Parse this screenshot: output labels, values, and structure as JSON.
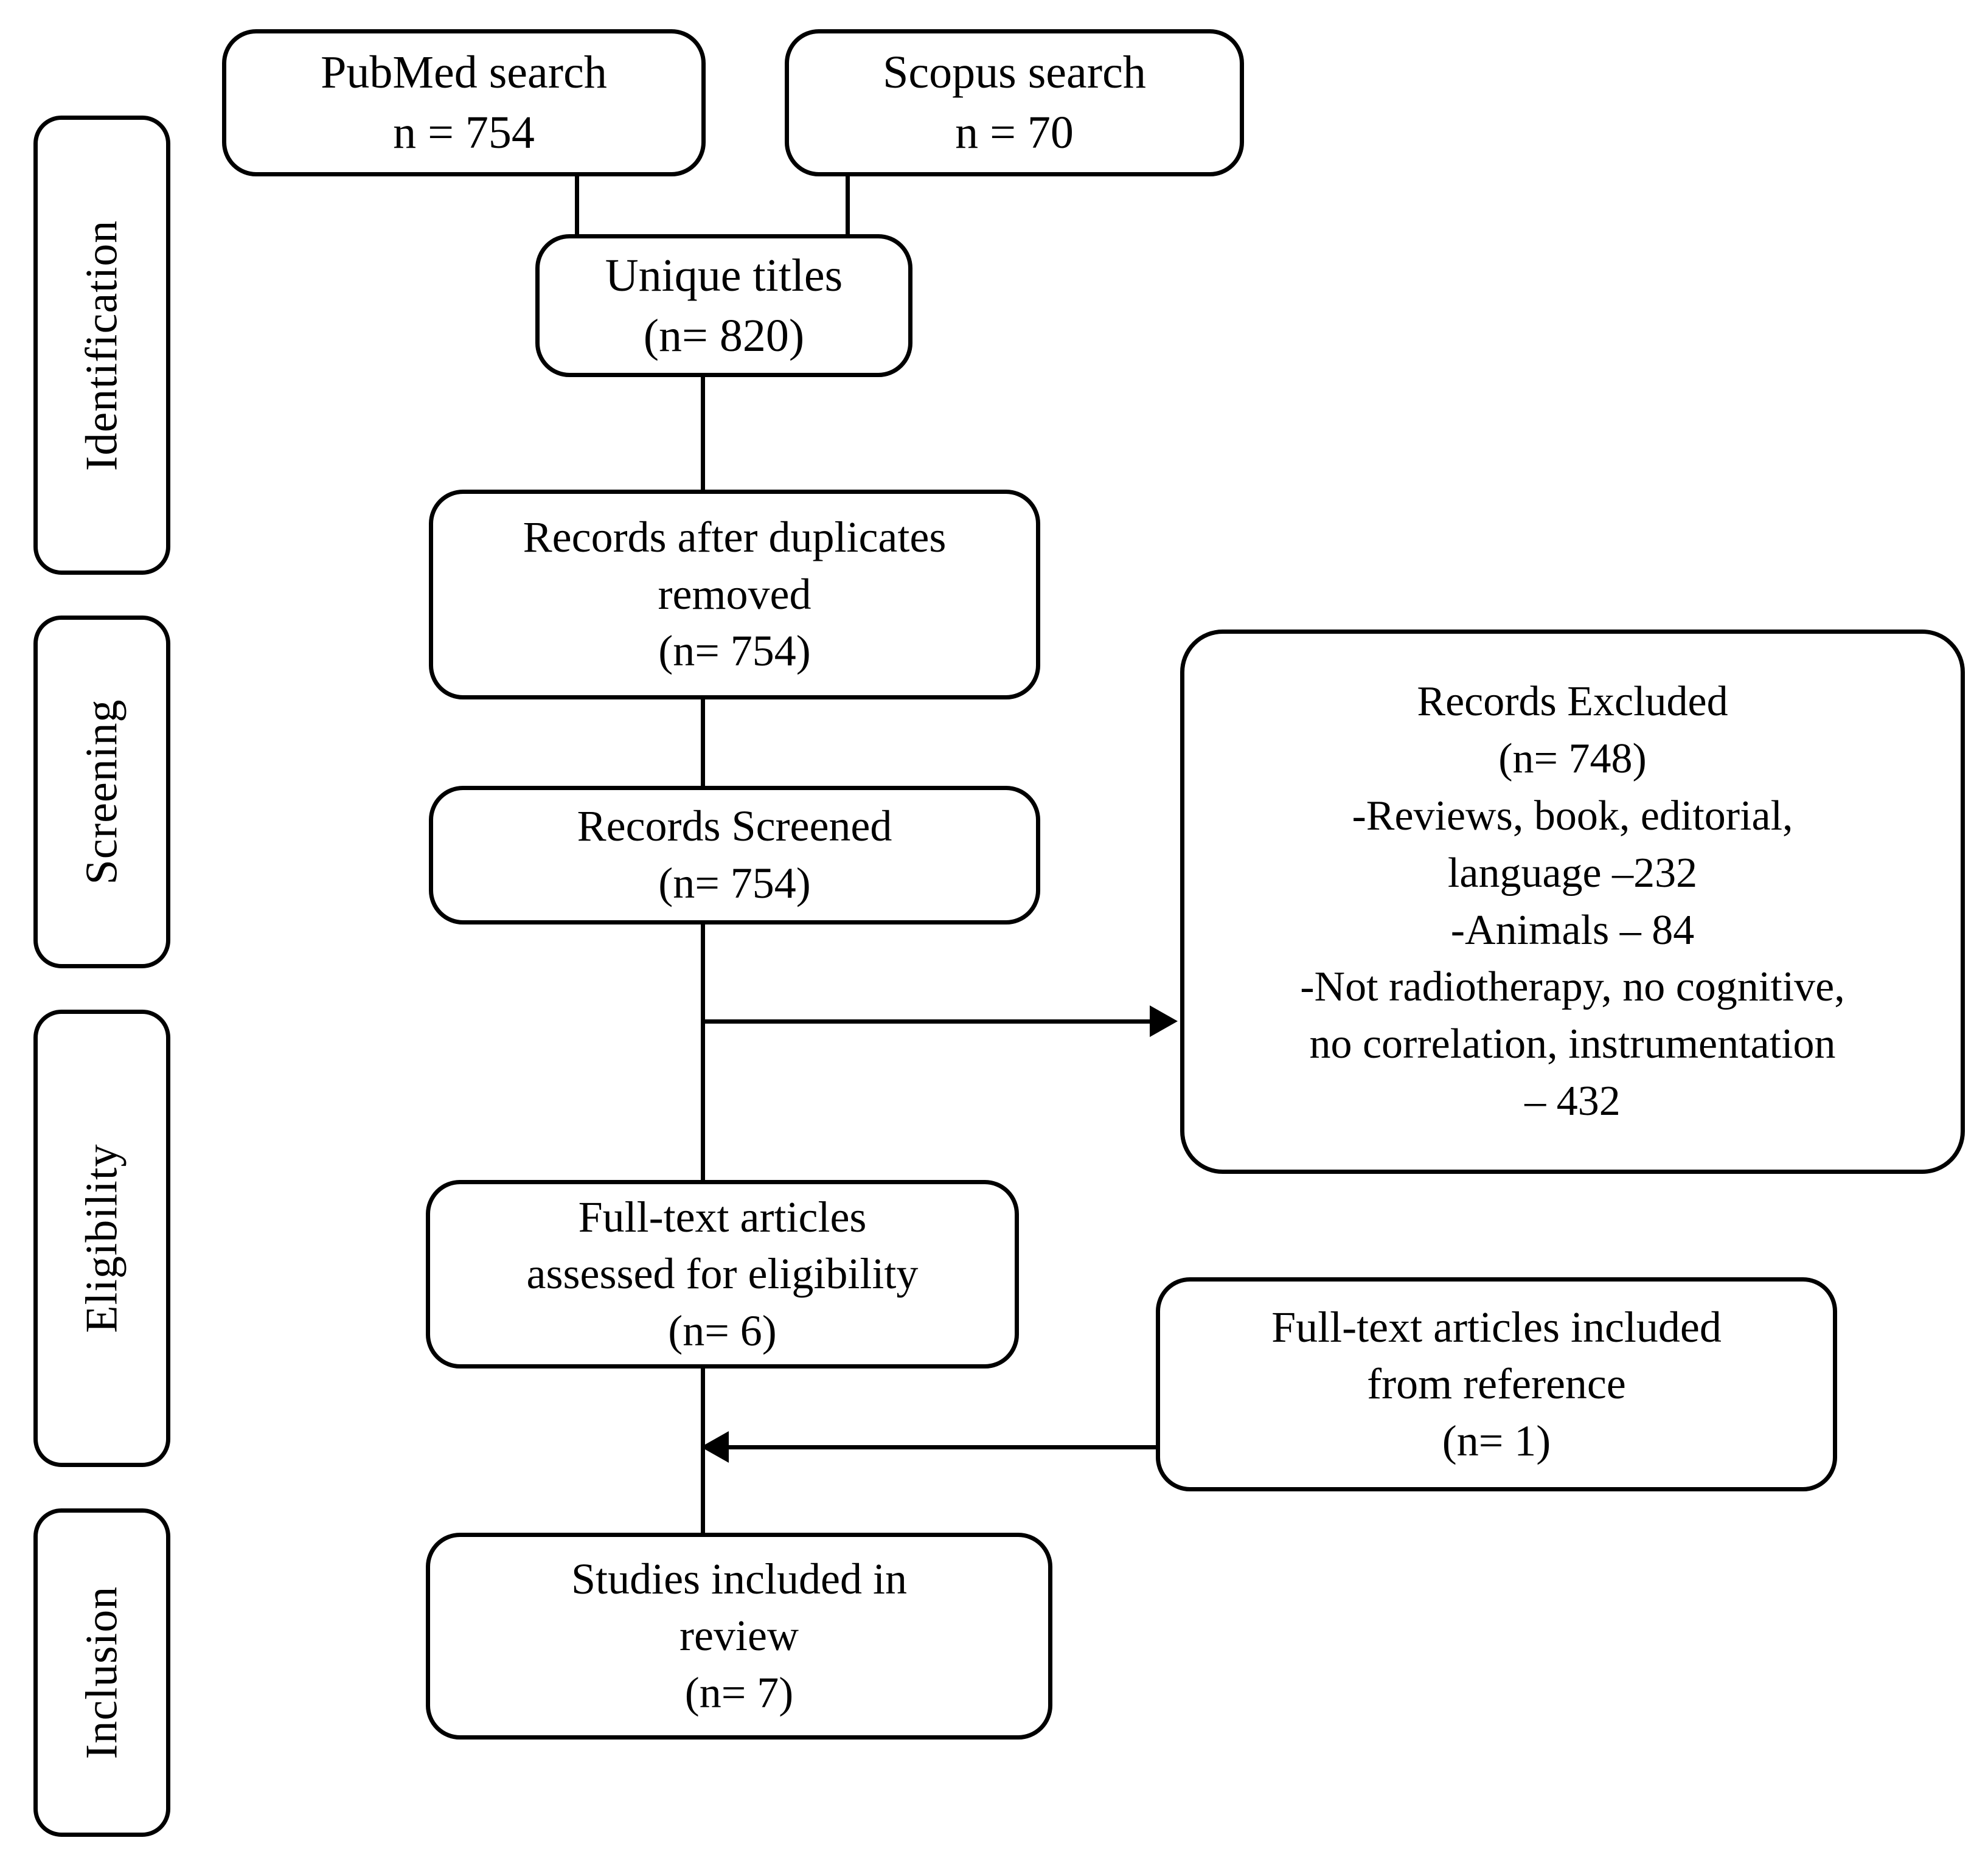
{
  "diagram": {
    "type": "prisma-flow-diagram",
    "title": "PRISMA study selection flow diagram"
  },
  "phases": [
    {
      "label": "Identification"
    },
    {
      "label": "Screening"
    },
    {
      "label": "Eligibility"
    },
    {
      "label": "Inclusion"
    }
  ],
  "nodes": {
    "pubmed": {
      "name": "PubMed search",
      "lines": [
        "PubMed search",
        "n = 754"
      ],
      "count": 754
    },
    "scopus": {
      "name": "Scopus search",
      "lines": [
        "Scopus search",
        "n = 70"
      ],
      "count": 70
    },
    "unique_titles": {
      "name": "Unique titles",
      "lines": [
        "Unique titles",
        "(n= 820)"
      ],
      "count": 820
    },
    "after_duplicates": {
      "name": "Records after duplicates removed",
      "lines": [
        "Records after duplicates",
        "removed",
        "(n= 754)"
      ],
      "count": 754
    },
    "screened": {
      "name": "Records Screened",
      "lines": [
        "Records Screened",
        "(n= 754)"
      ],
      "count": 754
    },
    "excluded": {
      "name": "Records Excluded",
      "lines": [
        "Records Excluded",
        "(n= 748)",
        "-Reviews, book, editorial,",
        "language –232",
        "-Animals –  84",
        "-Not radiotherapy, no cognitive,",
        "no correlation, instrumentation",
        "– 432"
      ],
      "count": 748,
      "reasons": [
        {
          "reason": "Reviews, book, editorial, language",
          "n": 232
        },
        {
          "reason": "Animals",
          "n": 84
        },
        {
          "reason": "Not radiotherapy, no cognitive, no correlation, instrumentation",
          "n": 432
        }
      ]
    },
    "fulltext_assessed": {
      "name": "Full-text articles assessed for eligibility",
      "lines": [
        "Full-text articles",
        "assessed for eligibility",
        "(n= 6)"
      ],
      "count": 6
    },
    "fulltext_reference": {
      "name": "Full-text articles included from reference",
      "lines": [
        "Full-text articles included",
        "from reference",
        "(n= 1)"
      ],
      "count": 1
    },
    "included": {
      "name": "Studies included in review",
      "lines": [
        "Studies included in",
        "review",
        "(n= 7)"
      ],
      "count": 7
    }
  },
  "colors": {
    "stroke": "#000000",
    "background": "#ffffff",
    "text": "#000000"
  }
}
